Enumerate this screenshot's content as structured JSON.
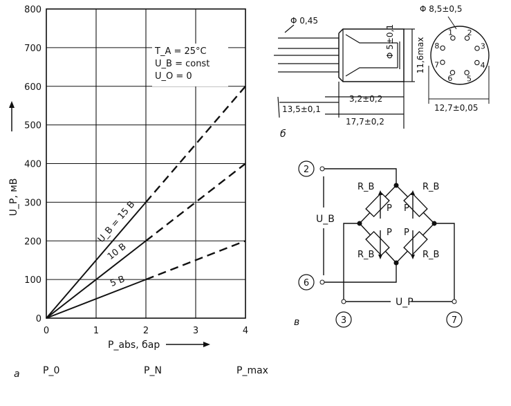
{
  "chart_data": {
    "type": "line",
    "panel_label": "a",
    "ylabel": "U_P, мВ",
    "xlabel": "P_abs, бар",
    "xlim": [
      0,
      4
    ],
    "ylim": [
      0,
      800
    ],
    "x_ticks": [
      "0",
      "1",
      "2",
      "3",
      "4"
    ],
    "y_ticks": [
      "0",
      "100",
      "200",
      "300",
      "400",
      "500",
      "600",
      "700",
      "800"
    ],
    "grid": true,
    "conditions": [
      "T_A = 25°C",
      "U_B = const",
      "U_O = 0"
    ],
    "pressure_marks": [
      "P_0",
      "P_N",
      "P_max"
    ],
    "series": [
      {
        "name": "U_B = 15 B",
        "x": [
          0,
          2,
          4
        ],
        "y": [
          0,
          300,
          600
        ],
        "solid_to_x": 2
      },
      {
        "name": "10 B",
        "x": [
          0,
          2,
          4
        ],
        "y": [
          0,
          200,
          400
        ],
        "solid_to_x": 2
      },
      {
        "name": "5 B",
        "x": [
          0,
          2,
          4
        ],
        "y": [
          0,
          100,
          200
        ],
        "solid_to_x": 2
      }
    ]
  },
  "package": {
    "panel_label": "б",
    "dims": {
      "lead_diameter": "Φ 0,45",
      "body_diameter": "Φ 5±0,1",
      "height_max": "11,6max",
      "lead_length": "13,5±0,1",
      "step": "3,2±0,2",
      "total_length": "17,7±0,2",
      "pin_circle": "Φ 8,5±0,5",
      "outer_width": "12,7±0,05"
    },
    "pin_numbers": [
      "1",
      "2",
      "3",
      "4",
      "5",
      "6",
      "7",
      "8"
    ]
  },
  "bridge": {
    "panel_label": "в",
    "terminals": [
      "2",
      "6",
      "3",
      "7"
    ],
    "supply_label": "U_B",
    "output_label": "U_P",
    "resistor_label": "R_B",
    "pressure_label": "P"
  }
}
